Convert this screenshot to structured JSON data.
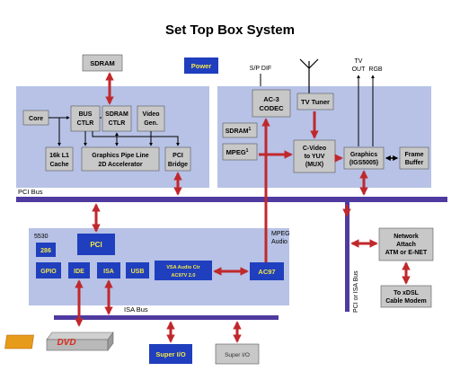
{
  "title": "Set Top Box System",
  "colors": {
    "region_fill": "#b7c2e6",
    "gray_box": "#c8c8c8",
    "blue_box": "#1f3fbe",
    "blue_text": "#f3e64a",
    "bus_color": "#4f3aa0",
    "arrow_red": "#c0282c",
    "black": "#000000"
  },
  "blocks": {
    "sdram_top": "SDRAM",
    "power": "Power",
    "core": "Core",
    "bus_ctlr_1": "BUS",
    "bus_ctlr_2": "CTLR",
    "sdram_ctlr_1": "SDRAM",
    "sdram_ctlr_2": "CTLR",
    "video_gen_1": "Video",
    "video_gen_2": "Gen.",
    "l1_cache_1": "16k L1",
    "l1_cache_2": "Cache",
    "gfx_pipe_1": "Graphics Pipe Line",
    "gfx_pipe_2": "2D Accelerator",
    "pci_bridge_1": "PCI",
    "pci_bridge_2": "Bridge",
    "spdif": "S/P DIF",
    "ac3_1": "AC-3",
    "ac3_2": "CODEC",
    "tv_tuner": "TV Tuner",
    "tv_out_1": "TV",
    "tv_out_2": "OUT",
    "rgb": "RGB",
    "sdram_right": "SDRAM",
    "sdram_right_sup": "1",
    "mpeg": "MPEG",
    "mpeg_sup": "1",
    "cvideo_1": "C-Video",
    "cvideo_2": "to YUV",
    "cvideo_3": "(MUX)",
    "graphics_1": "Graphics",
    "graphics_2": "(IGS5005)",
    "frame_1": "Frame",
    "frame_2": "Buffer",
    "pci_bus": "PCI Bus",
    "chip_5530": "5530",
    "c286": "286",
    "pci": "PCI",
    "gpio": "GPIO",
    "ide": "IDE",
    "isa": "ISA",
    "usb": "USB",
    "vsa_1": "VSA Audio Ctr",
    "vsa_2": "AC97V 2.0",
    "mpeg_audio_1": "MPEG",
    "mpeg_audio_2": "Audio",
    "ac97": "AC97",
    "pci_isa_bus": "PCI or ISA Bus",
    "network_1": "Network",
    "network_2": "Attach",
    "network_3": "ATM or E-NET",
    "xdsl_1": "To xDSL",
    "xdsl_2": "Cable Modem",
    "isa_bus": "ISA Bus",
    "dvd": "DVD",
    "super_io_blue": "Super I/O",
    "super_io_gray": "Super I/O"
  }
}
